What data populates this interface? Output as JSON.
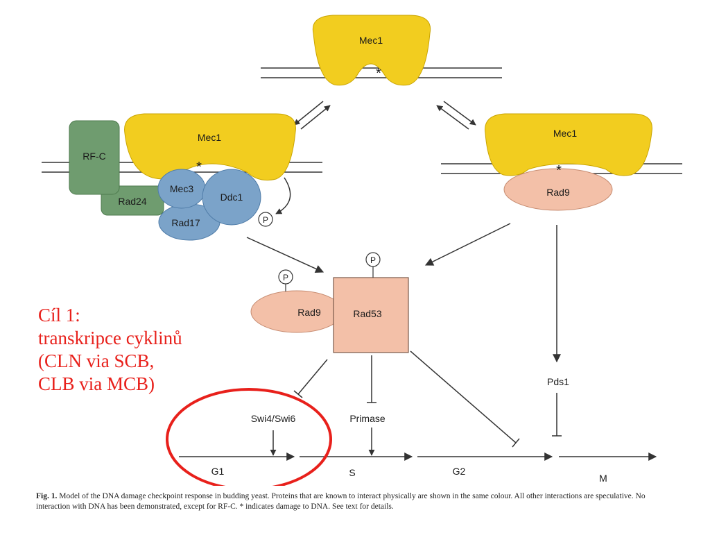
{
  "diagram": {
    "nodes": {
      "mec1_top": "Mec1",
      "mec1_left": "Mec1",
      "mec1_right": "Mec1",
      "rfc": "RF-C",
      "rad24": "Rad24",
      "mec3": "Mec3",
      "ddc1": "Ddc1",
      "rad17": "Rad17",
      "rad9_right": "Rad9",
      "rad9_center": "Rad9",
      "rad53": "Rad53",
      "swi4_swi6": "Swi4/Swi6",
      "primase": "Primase",
      "pds1": "Pds1"
    },
    "damage_marker": "*",
    "phospho_label": "P",
    "phases": [
      "G1",
      "S",
      "G2",
      "M"
    ]
  },
  "annotation": {
    "lines": [
      "Cíl 1:",
      "transkripce cyklinů",
      "(CLN via SCB,",
      "CLB via MCB)"
    ]
  },
  "caption": {
    "figure_label": "Fig. 1.",
    "text": " Model of the DNA damage checkpoint response in budding yeast. Proteins that are known to interact physically are shown in the same colour. All other interactions are speculative. No interaction with DNA has been demonstrated, except for RF-C. * indicates damage to DNA. See text for details."
  },
  "colors": {
    "mec1": "#f2cd1f",
    "rfc_rad24": "#6f9c6f",
    "mec3_ddc1_rad17": "#7ba3c9",
    "rad9_rad53": "#f3c0a8",
    "annotation_red": "#e8201b",
    "line": "#333333"
  }
}
